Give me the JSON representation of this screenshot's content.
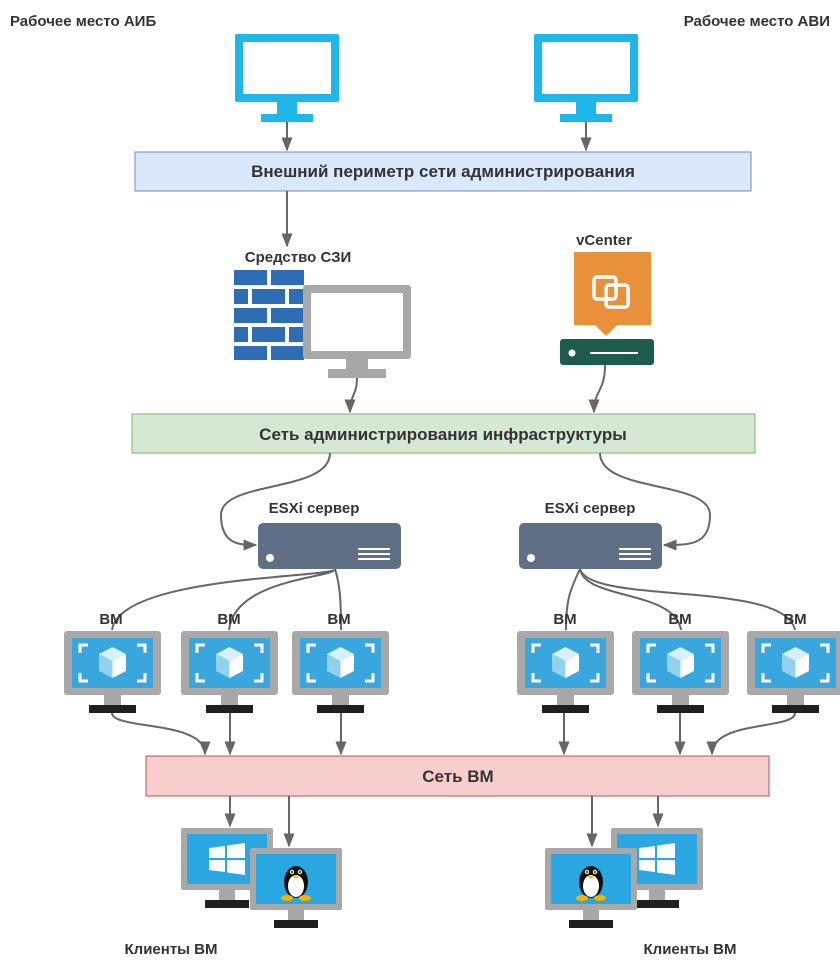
{
  "workstations": {
    "aib_label": "Рабочее место АИБ",
    "avi_label": "Рабочее место АВИ"
  },
  "bands": {
    "external": "Внешний периметр сети администрирования",
    "admin": "Сеть администрирования инфраструктуры",
    "vm_network": "Сеть ВМ"
  },
  "szi_label": "Средство СЗИ",
  "vcenter_label": "vCenter",
  "esxi": {
    "left_label": "ESXi сервер",
    "right_label": "ESXi сервер"
  },
  "vms": {
    "labels": [
      "ВМ",
      "ВМ",
      "ВМ",
      "ВМ",
      "ВМ",
      "ВМ"
    ]
  },
  "clients": {
    "left_label": "Клиенты ВМ",
    "right_label": "Клиенты ВМ"
  },
  "colors": {
    "monitor_cyan": "#1fb7ea",
    "external_band_fill": "#dae8fc",
    "external_band_border": "#6c8ebf",
    "admin_band_fill": "#d5e8d4",
    "admin_band_border": "#82b366",
    "vm_band_fill": "#f8cecc",
    "vm_band_border": "#b85450",
    "firewall_blue": "#2e6db4",
    "vcenter_orange": "#e8903a",
    "server_slate": "#5f6f85",
    "vcenter_server_green": "#1d5c4c",
    "wire_gray": "#666666",
    "monitor_gray": "#a8a8a8",
    "windows_blue": "#29a7e1"
  },
  "icons": {
    "workstation": "monitor-icon",
    "firewall": "firewall-icon",
    "vcenter": "vcenter-icon",
    "server": "server-icon",
    "vm": "virtual-machine-icon",
    "windows": "windows-icon",
    "linux": "linux-tux-icon"
  }
}
